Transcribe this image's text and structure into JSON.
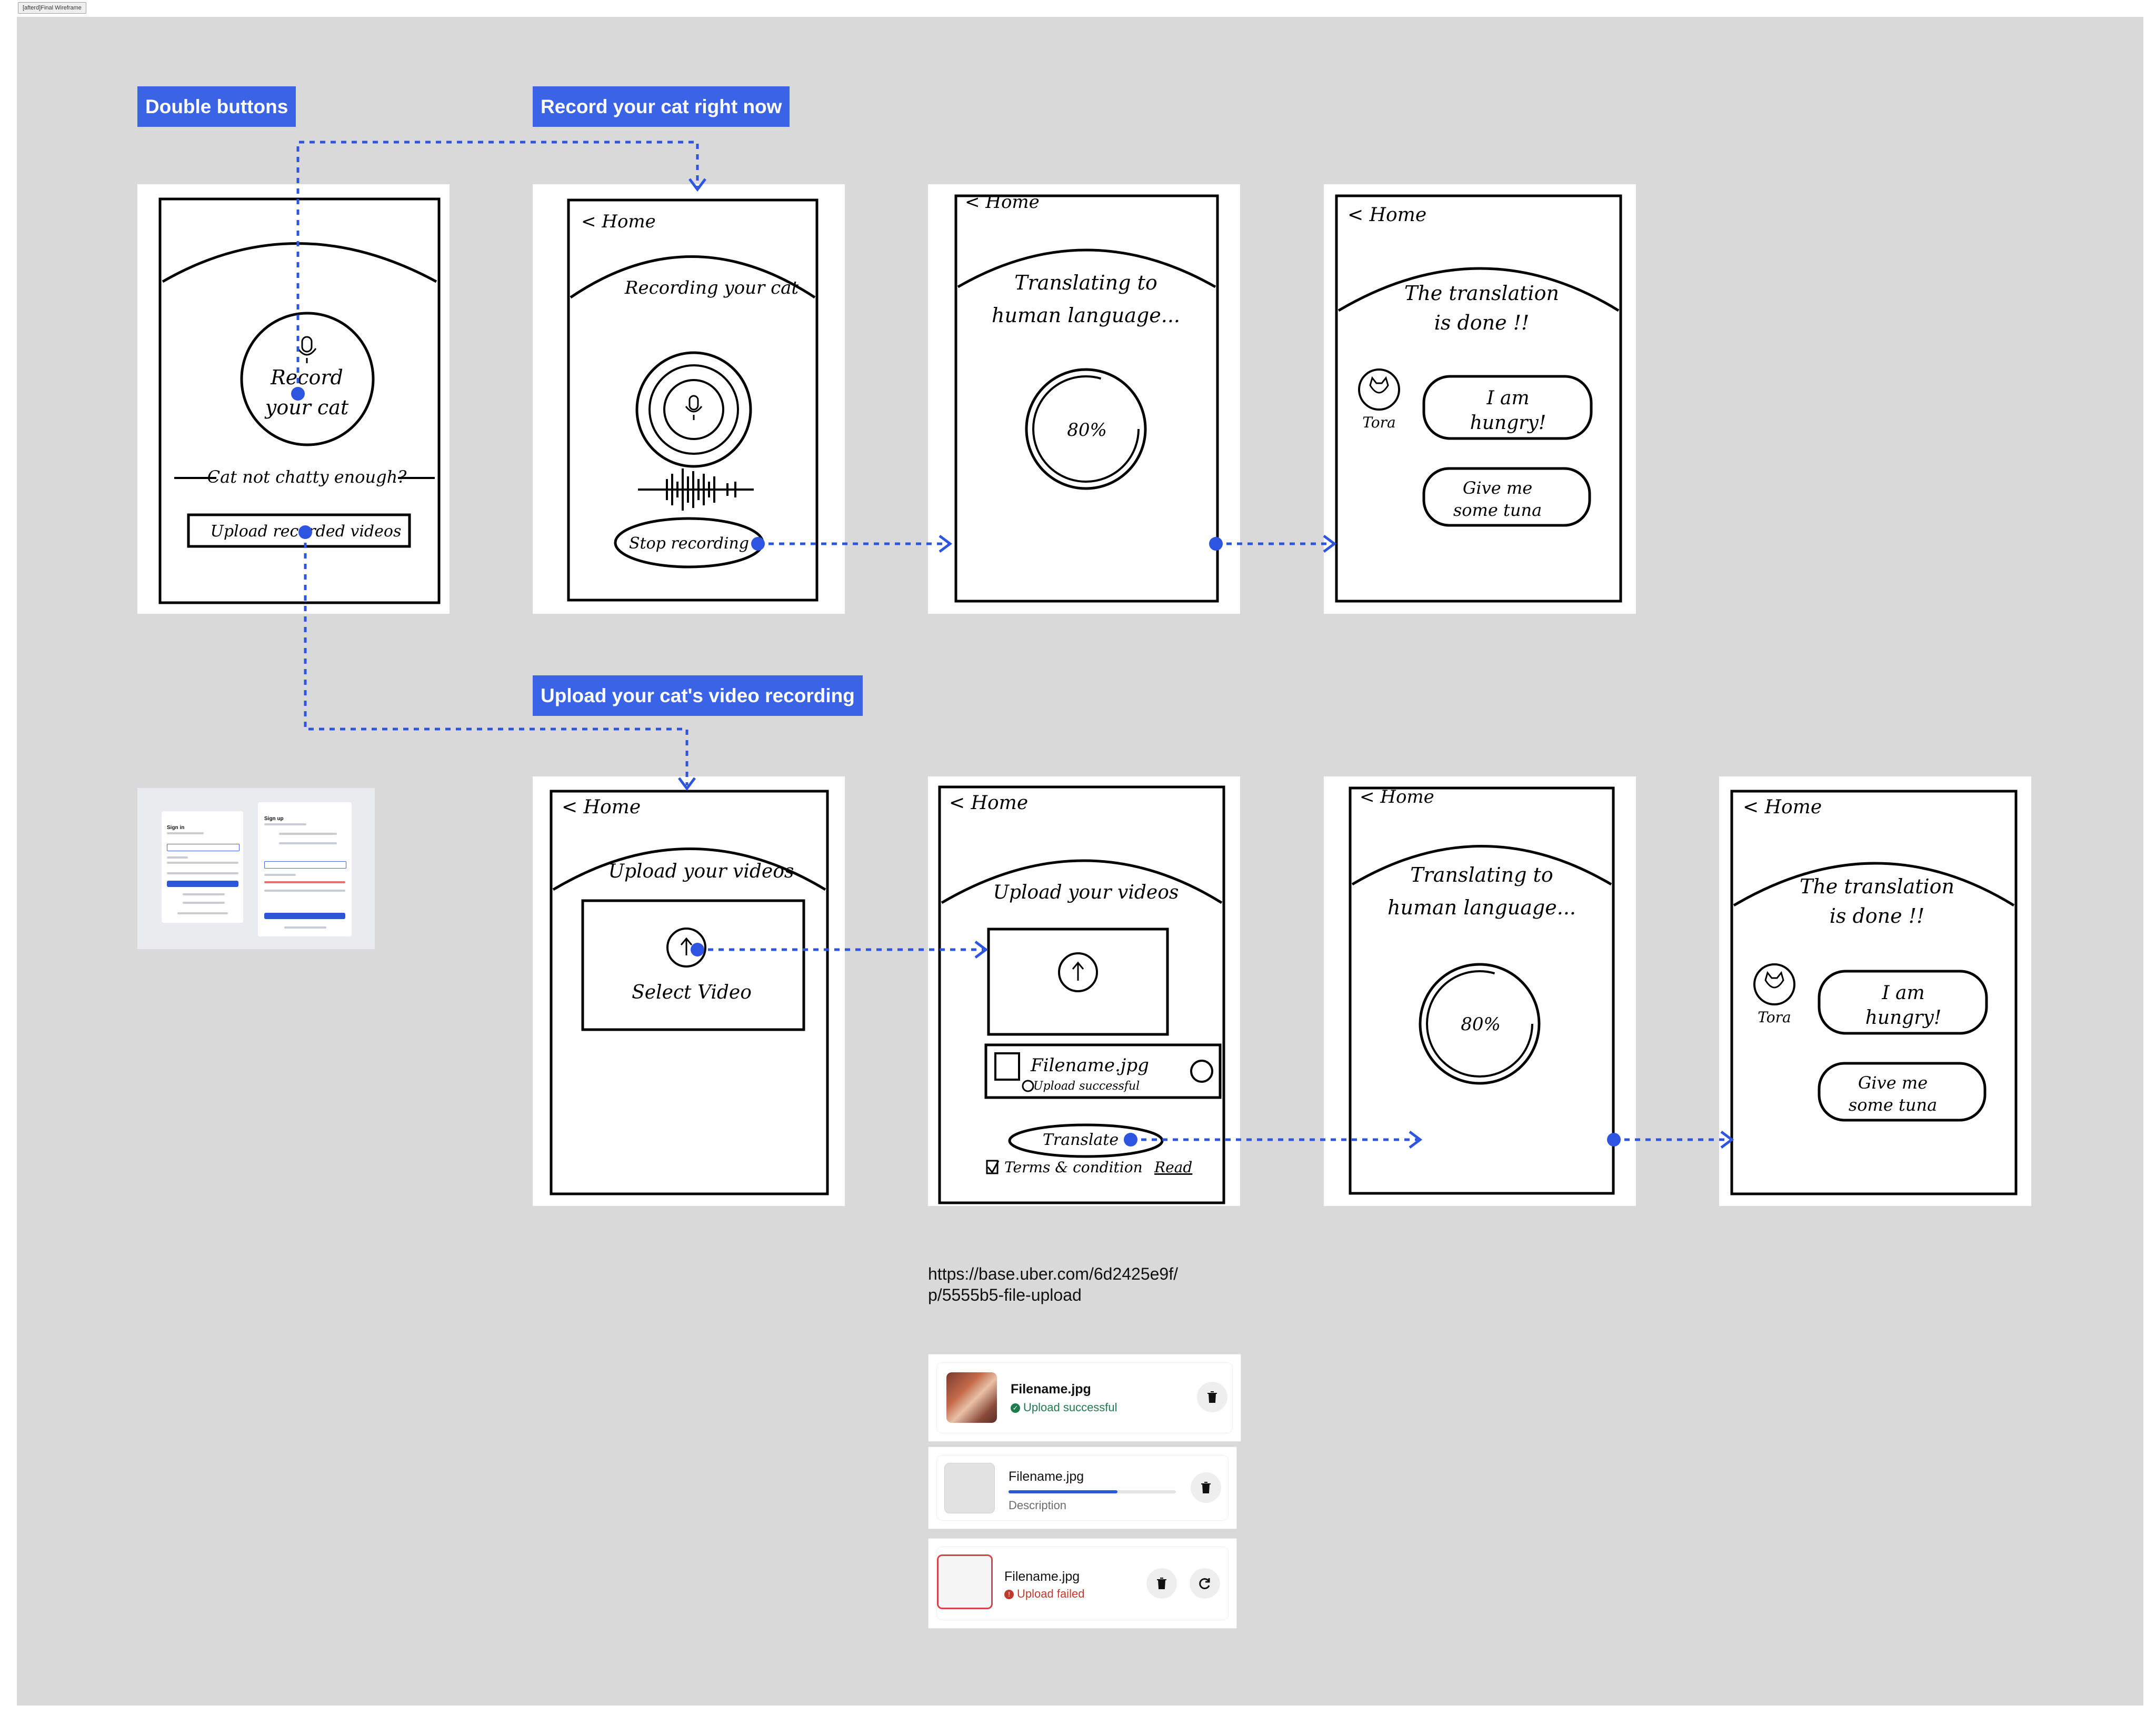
{
  "tag": "[afterd]Final Wireframe",
  "labels": {
    "double_buttons": "Double buttons",
    "record_now": "Record your cat right now",
    "upload_recording": "Upload your cat's video recording"
  },
  "screens": {
    "home": {
      "record": "Record",
      "your_cat": "your cat",
      "chatty": "Cat not chatty enough?",
      "upload_btn": "Upload recorded videos"
    },
    "recording": {
      "back": "< Home",
      "title": "Recording your cat",
      "stop_btn": "Stop recording"
    },
    "translating": {
      "back": "< Home",
      "line1": "Translating to",
      "line2": "human language...",
      "progress": "80%"
    },
    "done": {
      "back": "< Home",
      "line1": "The translation",
      "line2": "is done !!",
      "cat_name": "Tora",
      "bubble1_l1": "I am",
      "bubble1_l2": "hungry!",
      "bubble2_l1": "Give me",
      "bubble2_l2": "some tuna"
    },
    "upload": {
      "back": "< Home",
      "title": "Upload your videos",
      "select": "Select Video"
    },
    "upload_done": {
      "back": "< Home",
      "title": "Upload your videos",
      "filename": "Filename.jpg",
      "status": "Upload successful",
      "translate_btn": "Translate",
      "terms": "Terms & condition",
      "read": "Read"
    }
  },
  "reference": {
    "url_line1": "https://base.uber.com/6d2425e9f/",
    "url_line2": "p/5555b5-file-upload",
    "signin": {
      "signin_title": "Sign in",
      "signup_title": "Sign up"
    },
    "files": [
      {
        "name": "Filename.jpg",
        "status": "Upload successful",
        "state": "success",
        "status_color": "#1f7a4d"
      },
      {
        "name": "Filename.jpg",
        "status": "Description",
        "state": "uploading",
        "progress": 0.65,
        "status_color": "#6b6b6b"
      },
      {
        "name": "Filename.jpg",
        "status": "Upload failed",
        "state": "failed",
        "status_color": "#c0392b"
      }
    ]
  },
  "colors": {
    "accent": "#3a63e6",
    "canvas": "#d9d9d9",
    "flow_line": "#2e55e0"
  }
}
